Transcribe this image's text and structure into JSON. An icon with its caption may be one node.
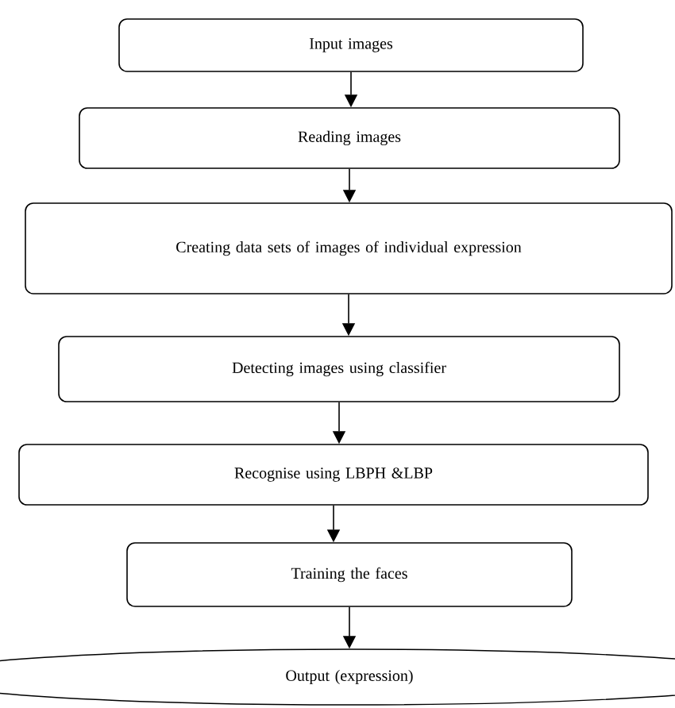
{
  "diagram": {
    "nodes": [
      {
        "text": [
          "Input images"
        ]
      },
      {
        "text": [
          "Reading images"
        ]
      },
      {
        "text": [
          "Creating data sets of images of individual expression"
        ]
      },
      {
        "text": [
          "Detecting images  using classifier"
        ]
      },
      {
        "text": [
          "Recognise using LBPH &LBP"
        ]
      },
      {
        "text": [
          "Training the faces"
        ]
      },
      {
        "text": [
          "Output (expression)"
        ]
      }
    ],
    "edges": [
      {
        "from": 0,
        "to": 1,
        "arrow": "to"
      },
      {
        "from": 1,
        "to": 2,
        "arrow": "to"
      },
      {
        "from": 2,
        "to": 3,
        "arrow": "to"
      },
      {
        "from": 3,
        "to": 4,
        "arrow": "to"
      },
      {
        "from": 4,
        "to": 5,
        "arrow": "to"
      },
      {
        "from": 5,
        "to": 6,
        "arrow": "to"
      }
    ]
  }
}
